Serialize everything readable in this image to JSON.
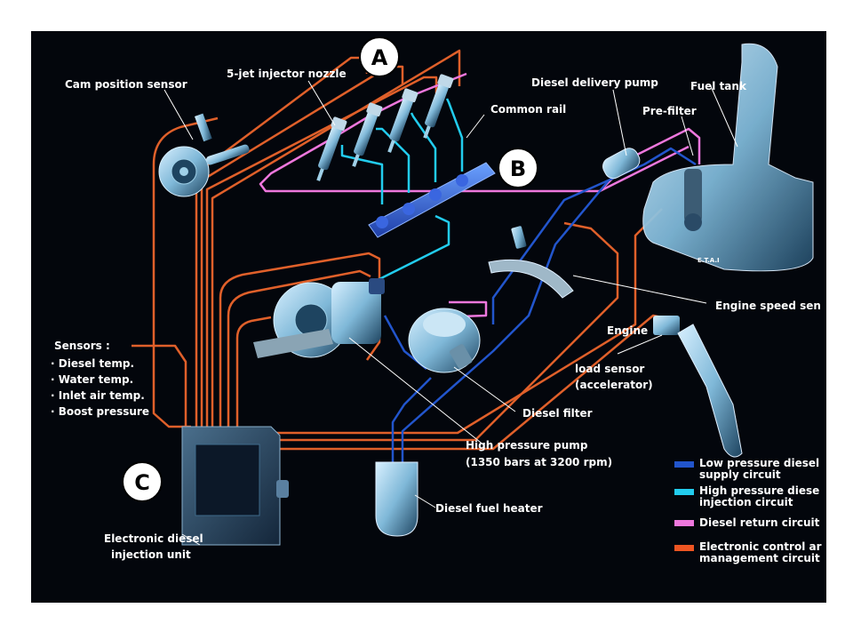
{
  "markers": {
    "a": "A",
    "b": "B",
    "c": "C"
  },
  "labels": {
    "cam_sensor": "Cam position sensor",
    "injector_nozzle": "5-jet injector nozzle",
    "common_rail": "Common rail",
    "delivery_pump": "Diesel delivery pump",
    "fuel_tank": "Fuel tank",
    "pre_filter": "Pre-filter",
    "engine_speed": "Engine speed sen",
    "engine_load": [
      "Engine",
      "load sensor",
      "(accelerator)"
    ],
    "diesel_filter": "Diesel filter",
    "hp_pump": [
      "High pressure pump",
      "(1350 bars at 3200 rpm)"
    ],
    "fuel_heater": "Diesel fuel heater",
    "ecu": [
      "Electronic diesel",
      "injection unit"
    ],
    "sensors_title": "Sensors :",
    "sensors": [
      "Diesel temp.",
      "Water temp.",
      "Inlet air temp.",
      "Boost pressure"
    ],
    "tank_mark": "E.T.A.I"
  },
  "legend": [
    {
      "color": "#2255cc",
      "lines": [
        "Low pressure diesel",
        "supply circuit"
      ]
    },
    {
      "color": "#22ccee",
      "lines": [
        "High pressure diese",
        "injection circuit"
      ]
    },
    {
      "color": "#ee77dd",
      "lines": [
        "Diesel return circuit"
      ]
    },
    {
      "color": "#ee5522",
      "lines": [
        "Electronic control ar",
        "management circuit"
      ]
    }
  ],
  "colors": {
    "background": "#03060c",
    "low_pressure": "#2255cc",
    "high_pressure": "#22ccee",
    "return": "#ee77dd",
    "electronic": "#e0602a",
    "component": "#9fd0e8"
  }
}
